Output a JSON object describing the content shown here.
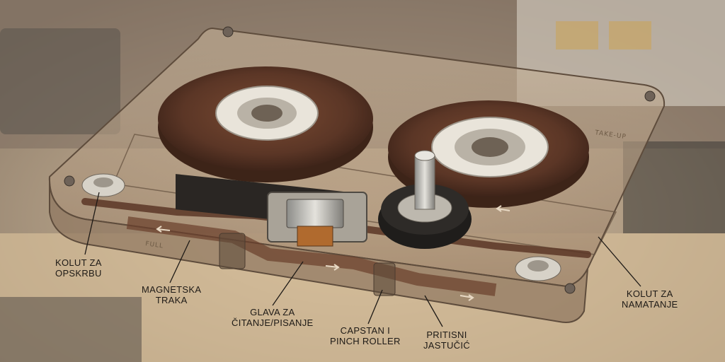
{
  "cassette_marks": {
    "full": "FULL",
    "take_up": "TAKE-UP"
  },
  "labels": {
    "supply_reel": [
      "KOLUT ZA",
      "OPSKRBU"
    ],
    "magnetic_tape": [
      "MAGNETSKA",
      "TRAKA"
    ],
    "head": [
      "GLAVA ZA",
      "ČITANJE/PISANJE"
    ],
    "capstan": [
      "CAPSTAN I",
      "PINCH ROLLER"
    ],
    "pressure_pad": [
      "PRITISNI",
      "JASTUČIĆ"
    ],
    "takeup_reel": [
      "KOLUT ZA",
      "NAMATANJE"
    ]
  },
  "colors": {
    "tape": "#5a3626",
    "shell": "#b79f84",
    "hub": "#e9e4da",
    "background": "#cdb89a"
  }
}
